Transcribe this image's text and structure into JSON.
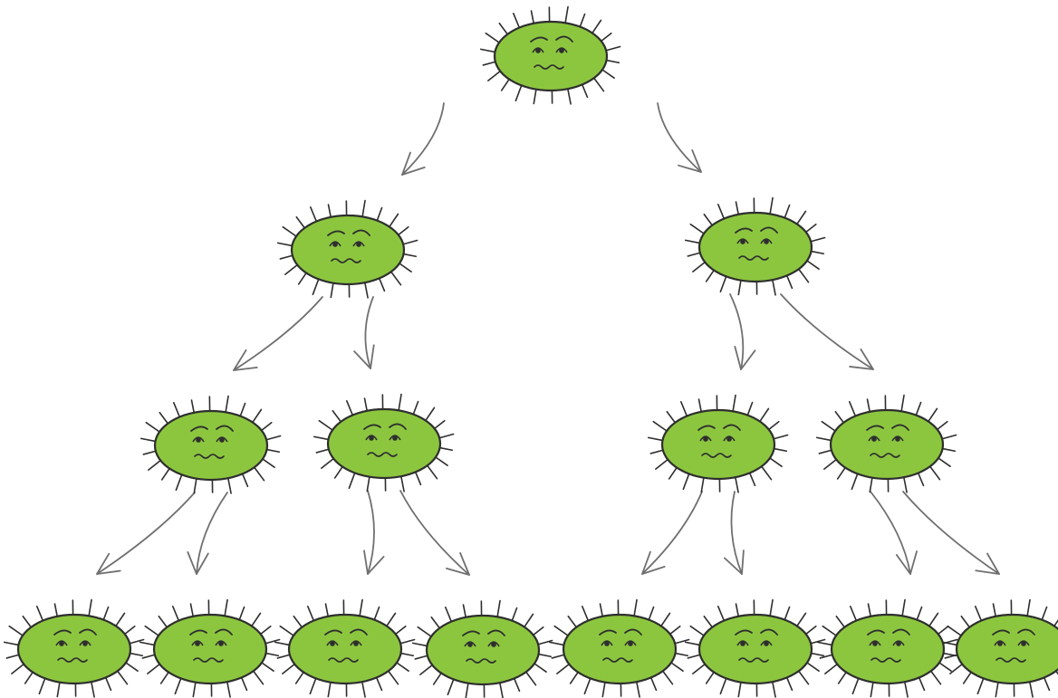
{
  "diagram": {
    "type": "binary-fission-tree",
    "levels": [
      {
        "generation": 0,
        "count": 1
      },
      {
        "generation": 1,
        "count": 2
      },
      {
        "generation": 2,
        "count": 4
      },
      {
        "generation": 3,
        "count": 8
      }
    ],
    "colors": {
      "body_fill": "#8cc63f",
      "body_outline": "#2e2e2e",
      "spike": "#2e2e2e",
      "arrow": "#6f6f6f",
      "eye": "#2e2e2e"
    },
    "icon": "bacterium-icon"
  }
}
